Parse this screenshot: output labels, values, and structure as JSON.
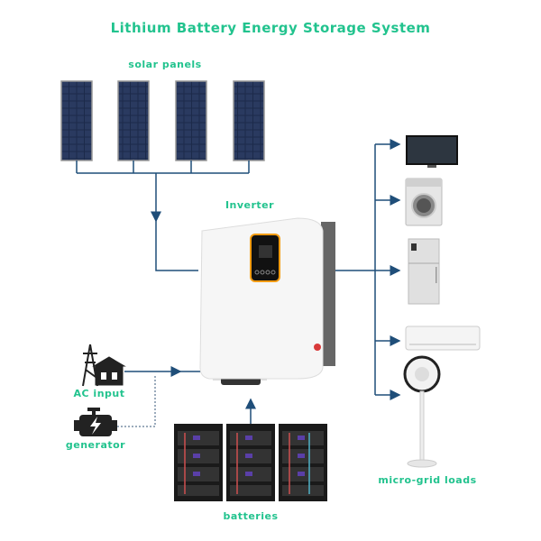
{
  "title": "Lithium Battery Energy Storage System",
  "labels": {
    "solar_panels": "solar panels",
    "inverter": "Inverter",
    "ac_input": "AC input",
    "generator": "generator",
    "batteries": "batteries",
    "loads": "micro-grid loads"
  },
  "colors": {
    "accent_text": "#22c38e",
    "line": "#1f4e79",
    "inverter_display": "#f39c12"
  }
}
